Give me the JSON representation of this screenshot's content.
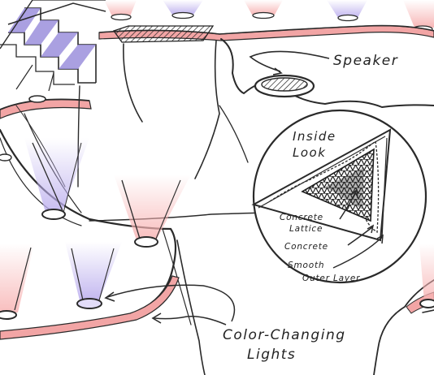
{
  "labels": {
    "speaker": "Speaker",
    "inside_look_line1": "Inside",
    "inside_look_line2": "Look",
    "concrete_lattice_line1": "Concrete",
    "concrete_lattice_line2": "Lattice",
    "concrete": "Concrete",
    "smooth_outer_line1": "Smooth",
    "smooth_outer_line2": "Outer Layer",
    "lights_line1": "Color-Changing",
    "lights_line2": "Lights"
  },
  "colors": {
    "ink": "#2a2a2a",
    "rail_pink": "#f2a5a5",
    "glow_red": "#f7b8b8",
    "glow_purple": "#c4b8f0",
    "stair_purple": "#8e82d8"
  },
  "icons": {
    "light_fixture": "spotlight-icon",
    "speaker": "speaker-grille-icon",
    "stairs": "staircase-icon"
  }
}
